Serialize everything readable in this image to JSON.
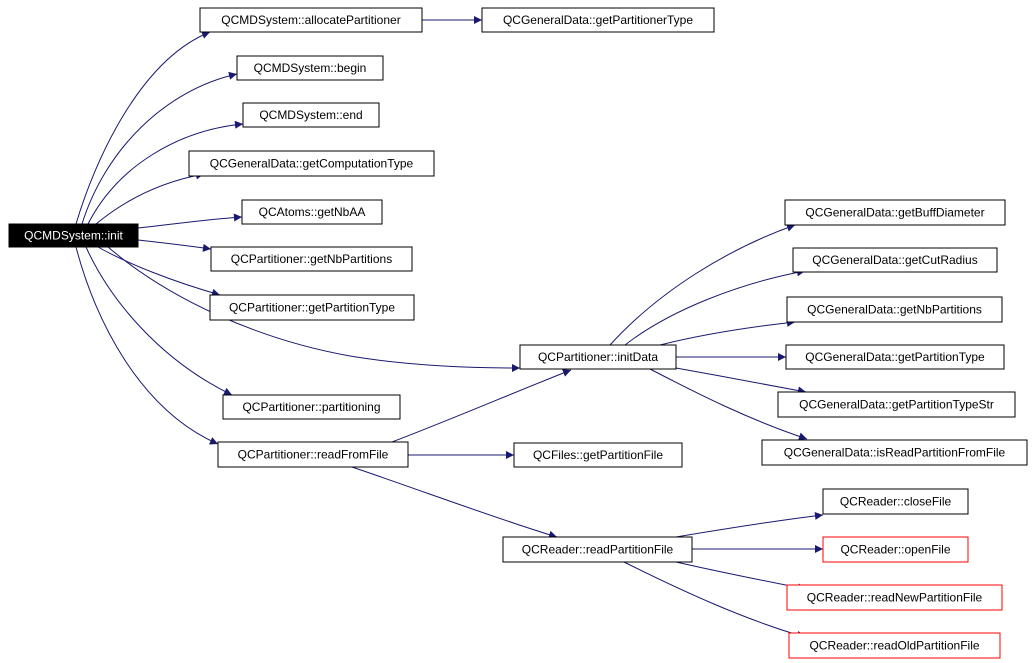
{
  "colors": {
    "edge": "#191970",
    "node_border": "#000000",
    "truncated_border": "#ff0000",
    "root_fill": "#000000",
    "root_text": "#ffffff"
  },
  "nodes": {
    "init": "QCMDSystem::init",
    "allocatePartitioner": "QCMDSystem::allocatePartitioner",
    "getPartitionerType": "QCGeneralData::getPartitionerType",
    "begin": "QCMDSystem::begin",
    "end": "QCMDSystem::end",
    "getComputationType": "QCGeneralData::getComputationType",
    "getNbAA": "QCAtoms::getNbAA",
    "partGetNbPartitions": "QCPartitioner::getNbPartitions",
    "partGetPartitionType": "QCPartitioner::getPartitionType",
    "initData": "QCPartitioner::initData",
    "getBuffDiameter": "QCGeneralData::getBuffDiameter",
    "getCutRadius": "QCGeneralData::getCutRadius",
    "gdGetNbPartitions": "QCGeneralData::getNbPartitions",
    "gdGetPartitionType": "QCGeneralData::getPartitionType",
    "getPartitionTypeStr": "QCGeneralData::getPartitionTypeStr",
    "isReadPartitionFromFile": "QCGeneralData::isReadPartitionFromFile",
    "partitioning": "QCPartitioner::partitioning",
    "readFromFile": "QCPartitioner::readFromFile",
    "getPartitionFile": "QCFiles::getPartitionFile",
    "readPartitionFile": "QCReader::readPartitionFile",
    "closeFile": "QCReader::closeFile",
    "openFile": "QCReader::openFile",
    "readNewPartitionFile": "QCReader::readNewPartitionFile",
    "readOldPartitionFile": "QCReader::readOldPartitionFile"
  },
  "edges": [
    [
      "init",
      "allocatePartitioner"
    ],
    [
      "allocatePartitioner",
      "getPartitionerType"
    ],
    [
      "init",
      "begin"
    ],
    [
      "init",
      "end"
    ],
    [
      "init",
      "getComputationType"
    ],
    [
      "init",
      "getNbAA"
    ],
    [
      "init",
      "partGetNbPartitions"
    ],
    [
      "init",
      "partGetPartitionType"
    ],
    [
      "init",
      "initData"
    ],
    [
      "init",
      "partitioning"
    ],
    [
      "init",
      "readFromFile"
    ],
    [
      "initData",
      "getBuffDiameter"
    ],
    [
      "initData",
      "getCutRadius"
    ],
    [
      "initData",
      "gdGetNbPartitions"
    ],
    [
      "initData",
      "gdGetPartitionType"
    ],
    [
      "initData",
      "getPartitionTypeStr"
    ],
    [
      "initData",
      "isReadPartitionFromFile"
    ],
    [
      "readFromFile",
      "initData"
    ],
    [
      "readFromFile",
      "getPartitionFile"
    ],
    [
      "readFromFile",
      "readPartitionFile"
    ],
    [
      "readPartitionFile",
      "closeFile"
    ],
    [
      "readPartitionFile",
      "openFile"
    ],
    [
      "readPartitionFile",
      "readNewPartitionFile"
    ],
    [
      "readPartitionFile",
      "readOldPartitionFile"
    ]
  ],
  "truncated_nodes": [
    "openFile",
    "readNewPartitionFile",
    "readOldPartitionFile"
  ]
}
